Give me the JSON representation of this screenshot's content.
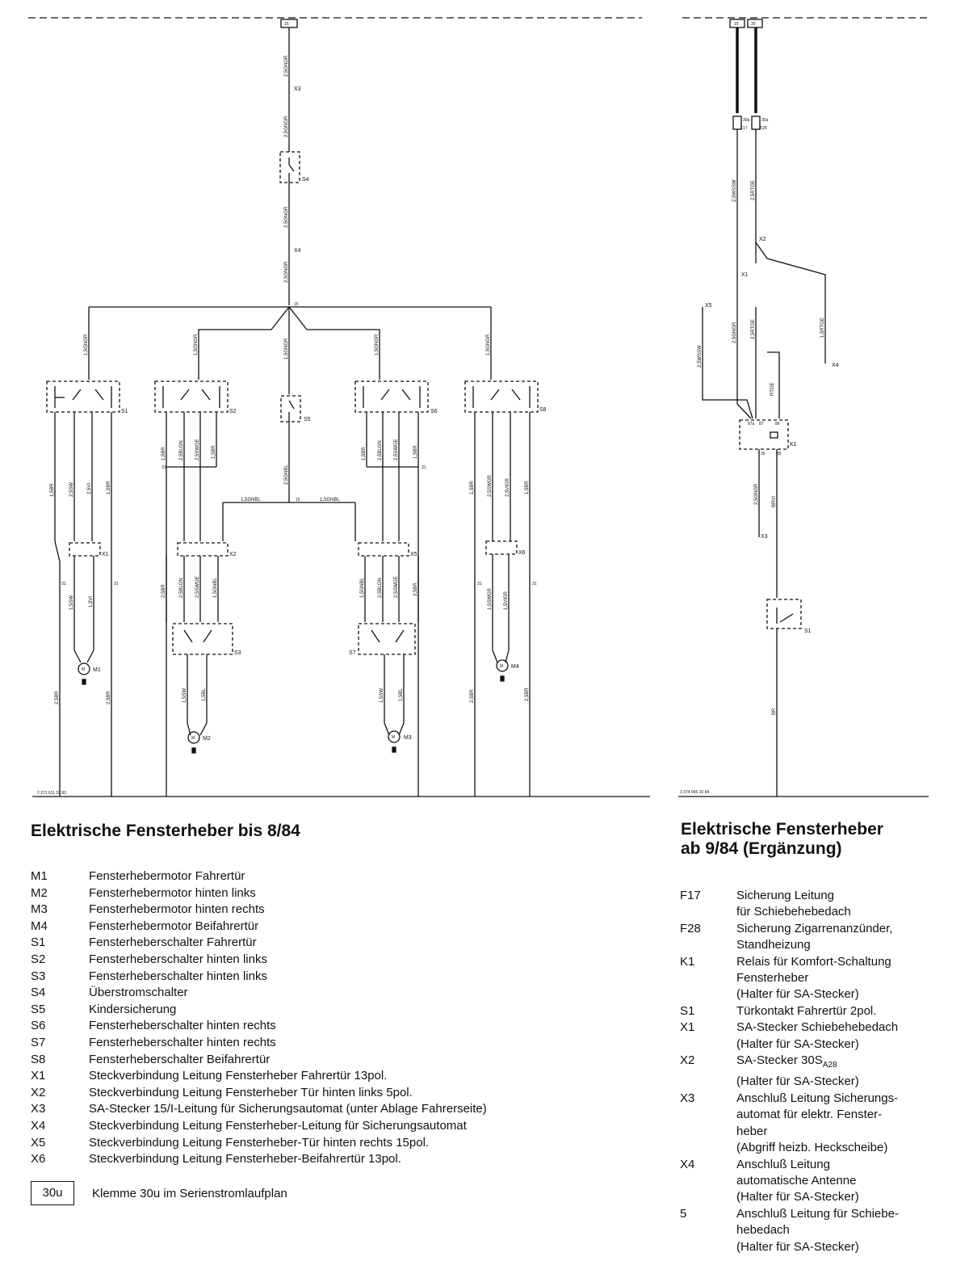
{
  "diagram_left": {
    "top_terminal": "15",
    "wires": {
      "main1": "2,5GNGR",
      "main2": "2,5GNGR",
      "main3": "2,5GNGR",
      "main4": "2,5GNGR",
      "junction": "15",
      "branch_s1": "1,5GNGR",
      "branch_s2": "1,5GNGR",
      "branch_s5": "1,5GNGR",
      "branch_s6": "1,5GNGR",
      "branch_s8": "1,5GNGR",
      "s5_out": "2,5GNBL",
      "bus_left": "1,5GNBL",
      "bus_right": "1,5GNBL",
      "bus_node": "15",
      "s1_a": "1,5BR",
      "s1_b": "2,5SW",
      "s1_c": "2,5VI",
      "s1_d": "1,5BR",
      "s1_lo_a": "1,5SW",
      "s1_lo_b": "1,5VI",
      "s1_bottom_a": "2,5BR",
      "s1_bottom_b": "2,5BR",
      "s2_a": "1,5BR",
      "s2_b": "2,5BLGN",
      "s2_c": "2,5SWGE",
      "s2_d": "1,5BR",
      "s3_in_a": "2,5BR",
      "s3_in_b": "2,5BLGN",
      "s3_in_c": "2,5SWGE",
      "s3_in_d": "1,5GNBL",
      "m2_a": "1,5SW",
      "m2_b": "1,5BL",
      "s6_a": "1,5BR",
      "s6_b": "2,5BLGN",
      "s6_c": "2,5SWGE",
      "s6_d": "1,5BR",
      "s7_in_a": "1,5GNBL",
      "s7_in_b": "2,5BLGN",
      "s7_in_c": "2,5SWGE",
      "s7_in_d": "2,5BR",
      "m3_a": "1,5SW",
      "m3_b": "1,5BL",
      "s8_a": "1,5BR",
      "s8_b": "2,5SWGR",
      "s8_c": "2,5VIGR",
      "s8_d": "1,5BR",
      "s8_lo_a": "1,5SWGR",
      "s8_lo_b": "1,5VIGR",
      "s8_bottom_a": "2,5BR",
      "s8_bottom_b": "2,5BR",
      "gnd": "31"
    },
    "components": [
      "X3",
      "S4",
      "X4",
      "S1",
      "S2",
      "S5",
      "S6",
      "S8",
      "X1",
      "X2",
      "X5",
      "X6",
      "S3",
      "S7",
      "M1",
      "M2",
      "M3",
      "M4"
    ],
    "motor_symbol": "M",
    "drawing_no": "2 371 611 10 83"
  },
  "diagram_right": {
    "terminals": [
      "15",
      "30"
    ],
    "fuses": {
      "f17": "F17",
      "f28": "F28",
      "pin": "30a"
    },
    "wires": {
      "w1": "2,5WSSW",
      "w2": "2,5RTGE",
      "w3": "2,5WSSW",
      "w4": "2,5GNGR",
      "w5": "2,5RTGE",
      "w6": "1,5RTGE",
      "w7": "RTGE",
      "w8": "2,5GNGR",
      "w9": "BRVI",
      "w10": "BR"
    },
    "components": [
      "X2",
      "X1",
      "X5",
      "X4",
      "K1",
      "X3",
      "S1"
    ],
    "relay_pins": {
      "p1": "87a",
      "p2": "87",
      "p3": "86",
      "p4": "30",
      "p5": "85"
    },
    "drawing_no": "3 374 066 10 84"
  },
  "title_left": "Elektrische Fensterheber bis 8/84",
  "legend_left": [
    {
      "code": "M1",
      "desc": "Fensterhebermotor Fahrertür"
    },
    {
      "code": "M2",
      "desc": "Fensterhebermotor hinten links"
    },
    {
      "code": "M3",
      "desc": "Fensterhebermotor hinten rechts"
    },
    {
      "code": "M4",
      "desc": "Fensterhebermotor Beifahrertür"
    },
    {
      "code": "S1",
      "desc": "Fensterheberschalter Fahrertür"
    },
    {
      "code": "S2",
      "desc": "Fensterheberschalter hinten links"
    },
    {
      "code": "S3",
      "desc": "Fensterheberschalter hinten links"
    },
    {
      "code": "S4",
      "desc": "Überstromschalter"
    },
    {
      "code": "S5",
      "desc": "Kindersicherung"
    },
    {
      "code": "S6",
      "desc": "Fensterheberschalter hinten rechts"
    },
    {
      "code": "S7",
      "desc": "Fensterheberschalter hinten rechts"
    },
    {
      "code": "S8",
      "desc": "Fensterheberschalter Beifahrertür"
    },
    {
      "code": "X1",
      "desc": "Steckverbindung Leitung Fensterheber Fahrertür 13pol."
    },
    {
      "code": "X2",
      "desc": "Steckverbindung Leitung Fensterheber Tür hinten links 5pol."
    },
    {
      "code": "X3",
      "desc": "SA-Stecker 15/I-Leitung für Sicherungsautomat (unter Ablage Fahrerseite)"
    },
    {
      "code": "X4",
      "desc": "Steckverbindung Leitung Fensterheber-Leitung für Sicherungsautomat"
    },
    {
      "code": "X5",
      "desc": "Steckverbindung Leitung Fensterheber-Tür hinten rechts 15pol."
    },
    {
      "code": "X6",
      "desc": "Steckverbindung Leitung Fensterheber-Beifahrertür 13pol."
    }
  ],
  "klemme": {
    "box": "30u",
    "text": "Klemme 30u im Serienstromlaufplan"
  },
  "title_right_1": "Elektrische Fensterheber",
  "title_right_2": "ab 9/84 (Ergänzung)",
  "legend_right": [
    {
      "code": "F17",
      "desc": "Sicherung Leitung\nfür Schiebehebedach"
    },
    {
      "code": "F28",
      "desc": "Sicherung Zigarrenanzünder,\nStandheizung"
    },
    {
      "code": "K1",
      "desc": "Relais für Komfort-Schaltung\nFensterheber\n(Halter für SA-Stecker)"
    },
    {
      "code": "S1",
      "desc": "Türkontakt Fahrertür 2pol."
    },
    {
      "code": "X1",
      "desc": "SA-Stecker Schiebehebedach\n(Halter für SA-Stecker)"
    },
    {
      "code": "X2",
      "desc_main": "SA-Stecker 30S",
      "desc_sub": "A28",
      "desc_tail": "(Halter für SA-Stecker)"
    },
    {
      "code": "X3",
      "desc": "Anschluß Leitung Sicherungs-\nautomat für elektr. Fenster-\nheber\n(Abgriff heizb. Heckscheibe)"
    },
    {
      "code": "X4",
      "desc": "Anschluß Leitung\nautomatische Antenne\n(Halter für SA-Stecker)"
    },
    {
      "code": "5",
      "desc": "Anschluß Leitung für Schiebe-\nhebedach\n(Halter für SA-Stecker)"
    }
  ]
}
